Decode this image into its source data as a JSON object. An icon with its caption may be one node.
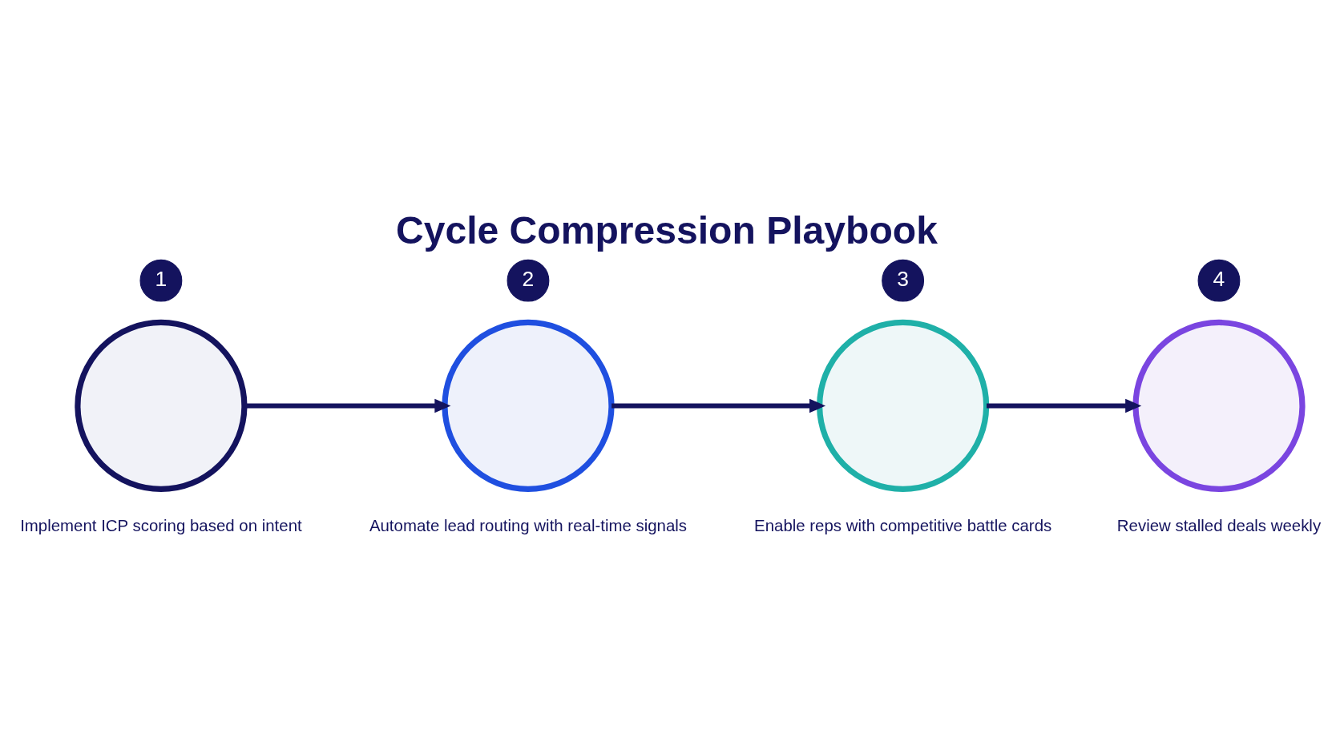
{
  "diagram": {
    "title": "Cycle Compression Playbook",
    "nodes": [
      {
        "text": [
          "1"
        ]
      },
      {
        "text": [
          "2"
        ]
      },
      {
        "text": [
          "3"
        ]
      },
      {
        "text": [
          "4"
        ]
      },
      {
        "text": [],
        "shape": "circle",
        "beside": [
          "Implement ICP scoring based on intent"
        ]
      },
      {
        "text": [],
        "shape": "circle",
        "beside": [
          "Automate lead routing with real-time signals"
        ]
      },
      {
        "text": [],
        "shape": "circle",
        "beside": [
          "Enable reps with competitive battle cards"
        ]
      },
      {
        "text": [],
        "shape": "circle",
        "beside": [
          "Review stalled deals weekly"
        ]
      }
    ],
    "edges": [
      {
        "from": 4,
        "to": 5,
        "arrow": "to"
      },
      {
        "from": 5,
        "to": 6,
        "arrow": "to"
      },
      {
        "from": 6,
        "to": 7,
        "arrow": "to"
      }
    ]
  }
}
